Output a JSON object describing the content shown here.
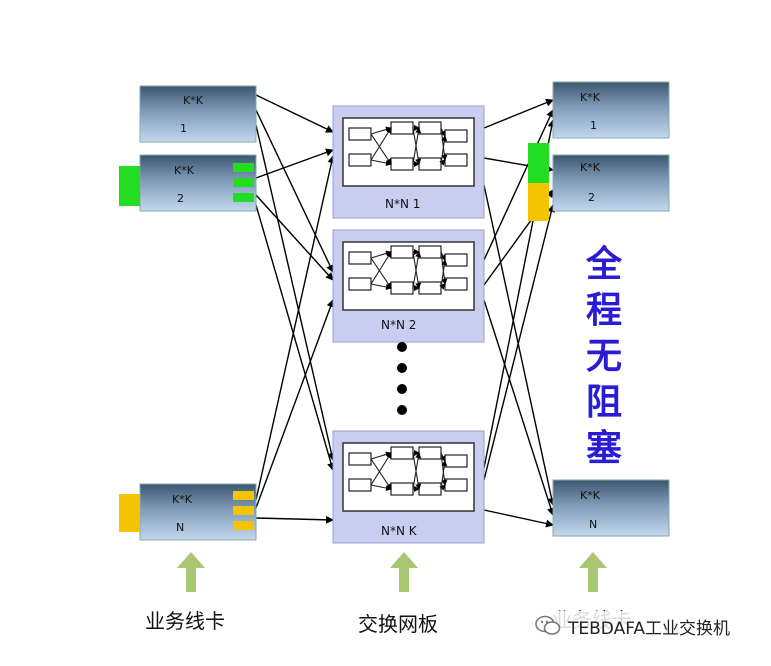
{
  "cards": {
    "left": [
      {
        "label": "K*K",
        "index": "1"
      },
      {
        "label": "K*K",
        "index": "2"
      },
      {
        "label": "K*K",
        "index": "N"
      }
    ],
    "right": [
      {
        "label": "K*K",
        "index": "1"
      },
      {
        "label": "K*K",
        "index": "2"
      },
      {
        "label": "K*K",
        "index": "N"
      }
    ]
  },
  "fabrics": [
    {
      "label": "N*N  1"
    },
    {
      "label": "N*N  2"
    },
    {
      "label": "N*N  K"
    }
  ],
  "captions": {
    "left": "业务线卡",
    "center": "交换网板",
    "right": "业务线卡"
  },
  "slogan": [
    "全",
    "程",
    "无",
    "阻",
    "塞"
  ],
  "watermark": "TEBDAFA工业交换机",
  "colors": {
    "card_top": "#3d5a78",
    "card_bottom": "#b8d0e8",
    "fabric_bg": "#c9cef0",
    "green": "#22dd22",
    "yellow": "#f5c400",
    "arrow": "#a0c060",
    "slogan": "#2a1cd6"
  }
}
